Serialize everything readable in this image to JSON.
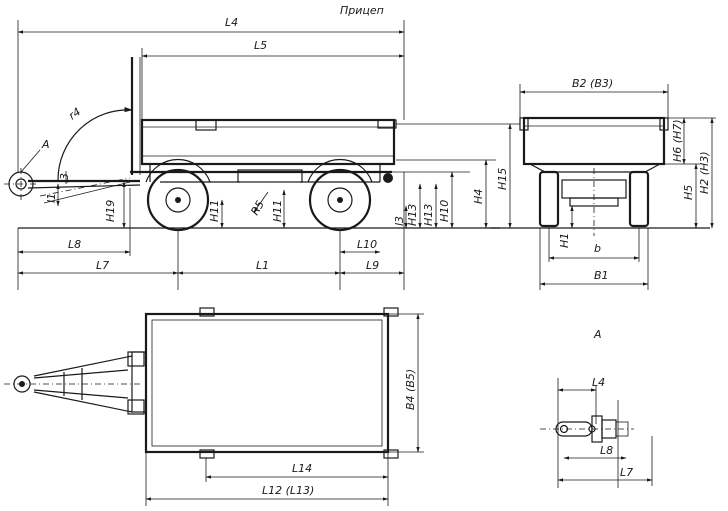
{
  "title": "Прицеп",
  "view_label": "A",
  "labels": {
    "L4": "L4",
    "L5": "L5",
    "L1": "L1",
    "L7": "L7",
    "L8": "L8",
    "L9": "L9",
    "L10": "L10",
    "L12": "L12 (L13)",
    "L14": "L14",
    "B1": "B1",
    "B2": "B2 (B3)",
    "B4": "B4 (B5)",
    "b": "b",
    "H1": "H1",
    "H2": "H2 (H3)",
    "H4": "H4",
    "H5": "H5",
    "H6": "H6 (H7)",
    "H10": "H10",
    "H11": "H11",
    "H13": "H13",
    "H15": "H15",
    "H19": "H19",
    "R5": "R5",
    "r4": "r4",
    "l1": "l1",
    "l3": "l3",
    "A": "A",
    "detail_L4": "L4",
    "detail_L8": "L8",
    "detail_L7": "L7"
  }
}
